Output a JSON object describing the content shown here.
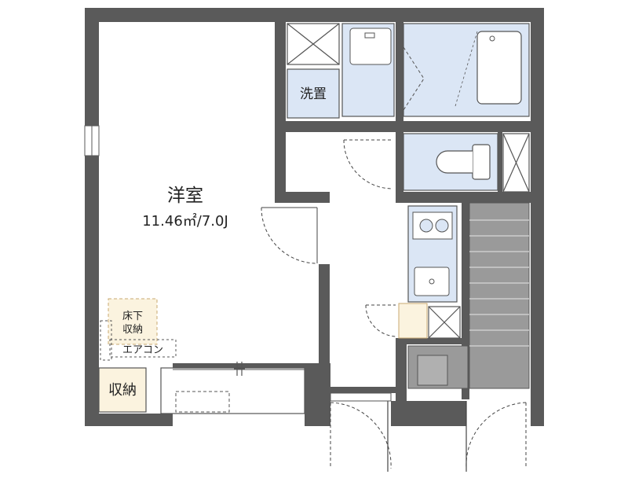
{
  "rooms": {
    "western_room": {
      "name": "洋室",
      "area": "11.46㎡/7.0J"
    },
    "washroom": {
      "label": "洗置"
    },
    "storage": {
      "label": "収納"
    },
    "underfloor_storage": {
      "line1": "床下",
      "line2": "収納"
    },
    "aircon": {
      "label": "エアコン"
    }
  },
  "colors": {
    "wall": "#5a5a5a",
    "fixture_fill": "#dbe6f5",
    "fixture_stroke": "#555555",
    "storage_fill": "#fbf3df",
    "storage_stroke": "#c8a872",
    "stair_fill": "#9a9a9a",
    "door_stroke": "#444444"
  }
}
